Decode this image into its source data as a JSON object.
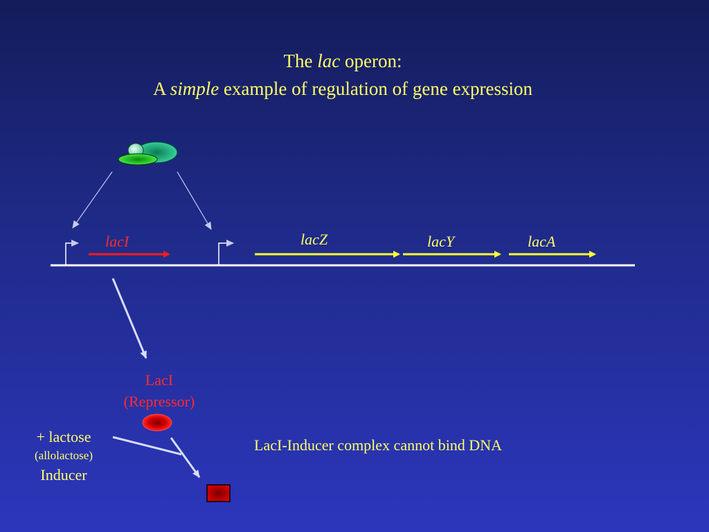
{
  "title": {
    "line1_pre": "The ",
    "line1_italic": "lac",
    "line1_post": " operon:",
    "line2_pre": "A ",
    "line2_italic": "simple",
    "line2_post": " example of regulation of gene expression"
  },
  "genes": {
    "laci": "lacI",
    "lacz": "lacZ",
    "lacy": "lacY",
    "laca": "lacA"
  },
  "repressor": {
    "line1": "LacI",
    "line2": "(Repressor)"
  },
  "inducer": {
    "line1": "+ lactose",
    "line2": "(allolactose)",
    "line3": "Inducer"
  },
  "note": "LacI-Inducer complex cannot bind DNA",
  "colors": {
    "text_yellow": "#ffff66",
    "gene_red": "#ff2a2a",
    "dna_white": "#ffffff",
    "rna_polymerase_green": "#1fae7a"
  },
  "icons": [
    "rna-polymerase-icon",
    "repressor-icon",
    "complex-icon"
  ]
}
